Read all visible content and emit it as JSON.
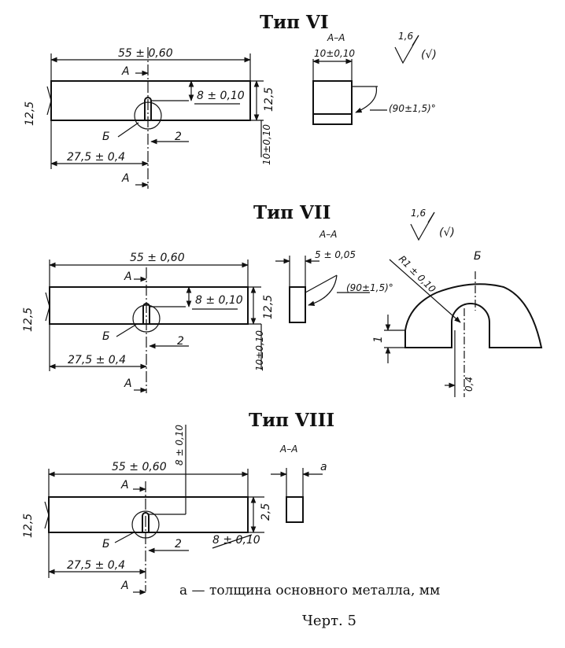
{
  "types": [
    {
      "title": "Тип VI",
      "section_label": "А–А",
      "length": "55 ± 0,60",
      "height": "12,5",
      "height_right": "12,5",
      "notch_depth": "8 ± 0,10",
      "notch_pos": "27,5 ± 0,4",
      "notch_width": "2",
      "bottom_width": "10±0,10",
      "section_width": "10±0,10",
      "angle": "(90±1,5)°",
      "roughness": "1,6",
      "roughness_alt": "(√)",
      "cut_mark": "А",
      "detail_mark": "Б"
    },
    {
      "title": "Тип VII",
      "section_label": "А–А",
      "length": "55 ± 0,60",
      "height": "12,5",
      "height_right": "12,5",
      "notch_depth": "8 ± 0,10",
      "notch_pos": "27,5 ± 0,4",
      "notch_width": "2",
      "bottom_width": "10±0,10",
      "section_width": "5 ± 0,05",
      "angle": "(90±1,5)°",
      "roughness": "1,6",
      "roughness_alt": "(√)",
      "cut_mark": "А",
      "detail_mark": "Б"
    },
    {
      "title": "Тип VIII",
      "section_label": "А–А",
      "length": "55 ± 0,60",
      "height": "12,5",
      "height_right": "2,5",
      "notch_depth_top": "8 ± 0,10",
      "notch_depth": "8 ± 0,10",
      "notch_pos": "27,5 ± 0,4",
      "notch_width": "2",
      "section_width": "a",
      "cut_mark": "А",
      "detail_mark": "Б"
    }
  ],
  "detail": {
    "label": "Б",
    "radius": "R1 ± 0,10",
    "depth": "1",
    "width": "0,4"
  },
  "footnote": "a — толщина основного металла, мм",
  "caption": "Черт. 5"
}
